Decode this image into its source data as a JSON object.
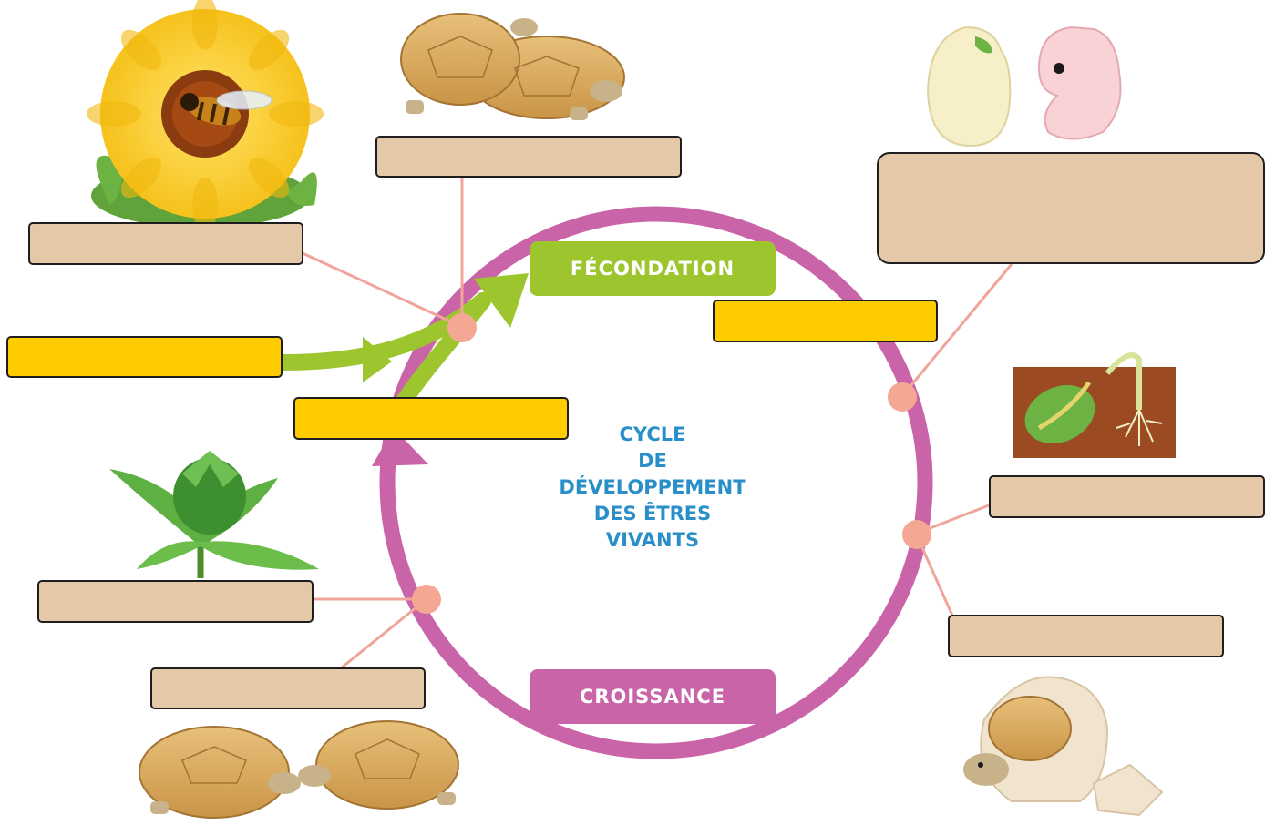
{
  "colors": {
    "cycle_pink": "#c964a8",
    "arrow_green": "#9dc62e",
    "connector_salmon": "#f0a49a",
    "box_beige": "#e5c8a8",
    "box_yellow": "#ffcc00",
    "center_blue": "#2a8fc9"
  },
  "stages": {
    "fecondation": "FÉCONDATION",
    "croissance": "CROISSANCE"
  },
  "center_title": {
    "line1": "CYCLE",
    "line2": "DE",
    "line3": "DÉVELOPPEMENT",
    "line4": "DES ÊTRES",
    "line5": "VIVANTS"
  },
  "illustrations": [
    "sunflower-with-bee",
    "mating-tortoises",
    "bean-seed-and-embryo",
    "germinating-seed-in-soil",
    "young-sunflower-plant",
    "two-adult-tortoises",
    "tortoise-hatching-from-egg"
  ],
  "answer_boxes": {
    "sunflower_box": "",
    "mating_tortoises_box": "",
    "seed_embryo_box": "",
    "left_arrow_box": "",
    "lower_arrow_box": "",
    "fecondation_right_box": "",
    "germination_box": "",
    "hatching_box": "",
    "young_plant_box": "",
    "adult_tortoises_box": ""
  }
}
